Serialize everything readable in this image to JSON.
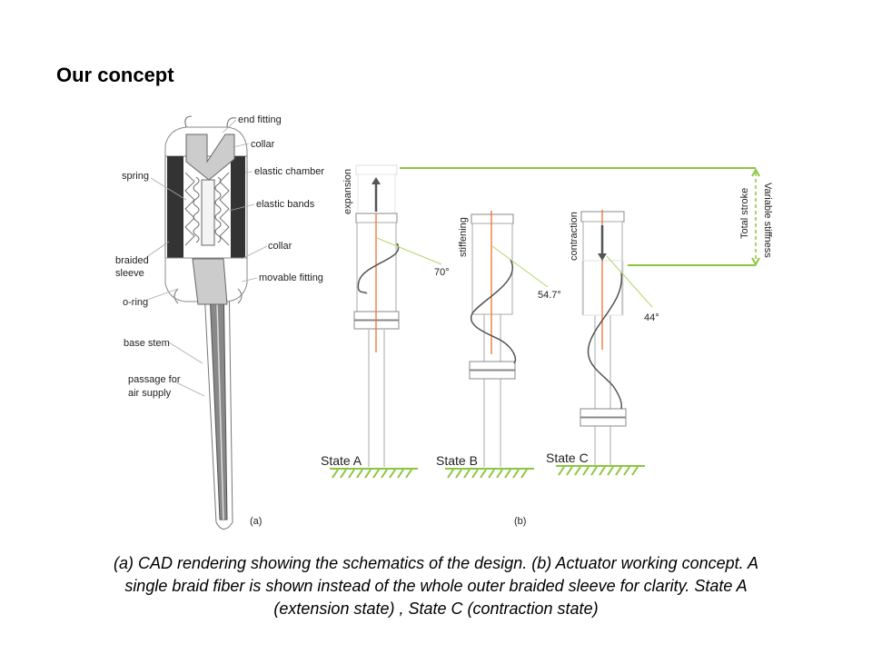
{
  "title": "Our concept",
  "figure_a": {
    "panel_label": "(a)",
    "labels": {
      "end_fitting": "end fitting",
      "collar_top": "collar",
      "elastic_chamber": "elastic chamber",
      "elastic_bands": "elastic bands",
      "collar_bottom": "collar",
      "movable_fitting": "movable fitting",
      "spring": "spring",
      "braided_sleeve_1": "braided",
      "braided_sleeve_2": "sleeve",
      "o_ring": "o-ring",
      "base_stem": "base stem",
      "passage_1": "passage for",
      "passage_2": "air supply"
    }
  },
  "figure_b": {
    "panel_label": "(b)",
    "states": [
      {
        "name": "State A",
        "action": "expansion",
        "angle": "70°"
      },
      {
        "name": "State B",
        "action": "stiffening",
        "angle": "54.7°"
      },
      {
        "name": "State C",
        "action": "contraction",
        "angle": "44°"
      }
    ],
    "total_stroke": "Total stroke",
    "variable_stiffness": "Variable stiffness",
    "colors": {
      "accent": "#8cc63f",
      "axis": "#f07030",
      "arrow": "#555555"
    }
  },
  "caption": {
    "line1": "(a) CAD rendering showing the schematics of the design. (b) Actuator working concept. A",
    "line2": "single braid fiber is shown instead of the whole outer braided sleeve for clarity. State A",
    "line3": "(extension state) , State C (contraction state)"
  }
}
